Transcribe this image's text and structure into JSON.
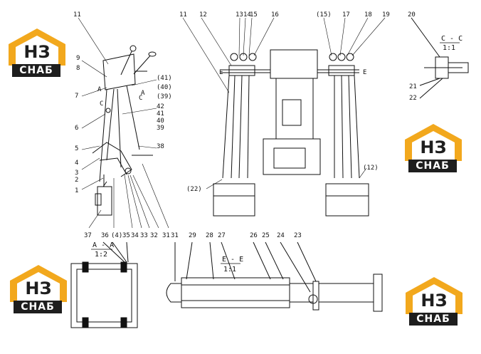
{
  "logo": {
    "mark": "НЗ",
    "brand": "СНАБ"
  },
  "section_views": {
    "a_a": {
      "title": "A - A",
      "scale": "1:2"
    },
    "c_c": {
      "title": "C - C",
      "scale": "1:1"
    },
    "e_e": {
      "title": "E - E",
      "scale": "1:1"
    }
  },
  "callouts": {
    "left": [
      "11",
      "9",
      "8",
      "7",
      "6",
      "5",
      "4",
      "3",
      "2",
      "1",
      "(41)",
      "(40)",
      "(39)",
      "42",
      "41",
      "40",
      "39",
      "38",
      "A",
      "A",
      "C",
      "C"
    ],
    "bottom_left": [
      "37",
      "36",
      "(4)",
      "35",
      "34",
      "33",
      "32",
      "31"
    ],
    "center_top": [
      "11",
      "12",
      "13",
      "14",
      "15",
      "16",
      "(15)",
      "17",
      "18",
      "19",
      "E",
      "E",
      "(22)",
      "(12)"
    ],
    "right_top": [
      "20",
      "21",
      "22"
    ],
    "bottom": [
      "31",
      "29",
      "28",
      "27",
      "26",
      "25",
      "24",
      "23"
    ]
  },
  "colors": {
    "logo_orange": "#f2a81d",
    "logo_dark": "#1e1e1e",
    "line": "#111111"
  }
}
